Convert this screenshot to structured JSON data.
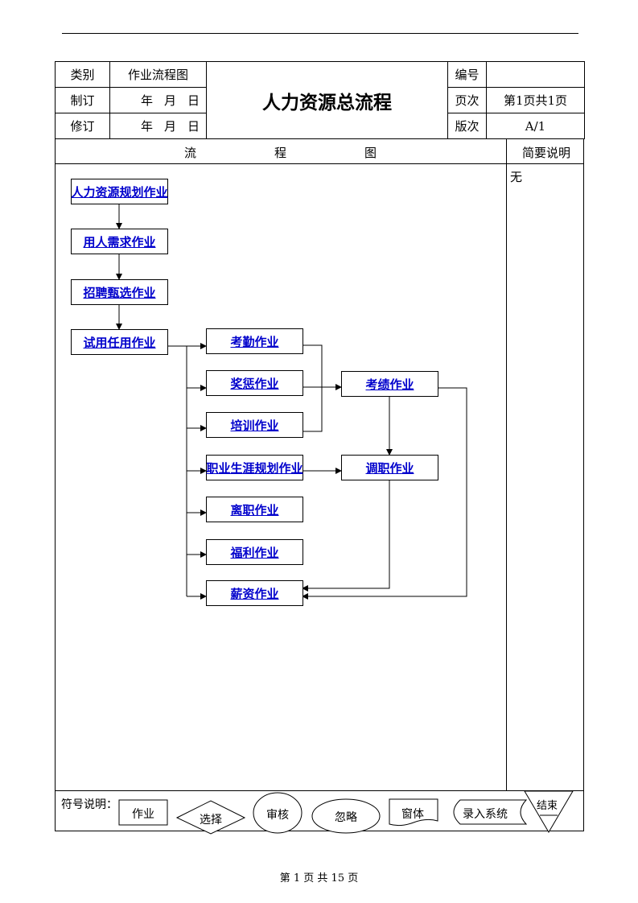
{
  "header": {
    "category_label": "类别",
    "category_value": "作业流程图",
    "made_label": "制订",
    "revised_label": "修订",
    "date_year": "年",
    "date_month": "月",
    "date_day": "日",
    "title": "人力资源总流程",
    "number_label": "编号",
    "number_value": "",
    "page_label": "页次",
    "page_value": "第1页共1页",
    "version_label": "版次",
    "version_value": "A/1"
  },
  "flow_header": {
    "col1": "流",
    "col2": "程",
    "col3": "图",
    "summary": "简要说明"
  },
  "summary_note": "无",
  "nodes": {
    "hr_planning": "人力资源规划作业",
    "staffing_need": "用人需求作业",
    "recruitment": "招聘甄选作业",
    "probation": "试用任用作业",
    "attendance": "考勤作业",
    "rewards": "奖惩作业",
    "training": "培训作业",
    "career": "职业生涯规划作业",
    "resignation": "离职作业",
    "welfare": "福利作业",
    "salary": "薪资作业",
    "performance": "考绩作业",
    "transfer": "调职作业"
  },
  "legend": {
    "label": "符号说明：",
    "task": "作业",
    "select": "选择",
    "review": "审核",
    "ignore": "忽略",
    "document": "窗体",
    "input": "录入系统",
    "end": "结束"
  },
  "footer": {
    "text": "第 1 页 共 15 页"
  }
}
